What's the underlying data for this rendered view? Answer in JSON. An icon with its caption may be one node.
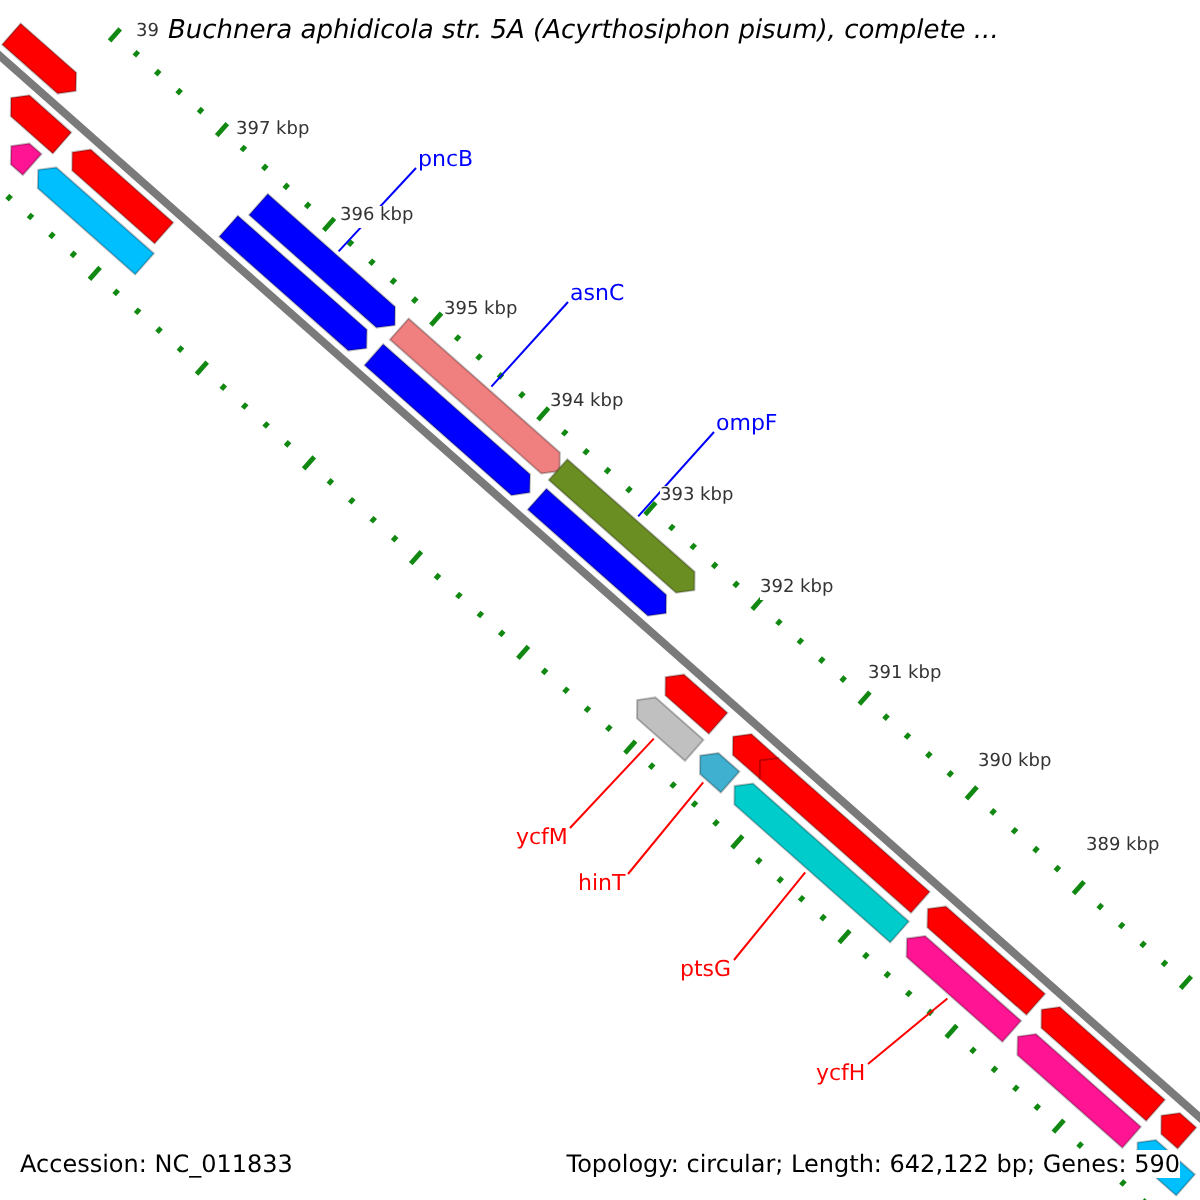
{
  "diagram": {
    "title": "Buchnera aphidicola str. 5A (Acyrthosiphon pisum), complete ...",
    "nodes": [
      {
        "text": [
          "pncB"
        ]
      },
      {
        "text": [
          "asnC"
        ]
      },
      {
        "text": [
          "ompF"
        ]
      },
      {
        "text": [
          "ycfM"
        ]
      },
      {
        "text": [
          "hinT"
        ]
      },
      {
        "text": [
          "ptsG"
        ]
      },
      {
        "text": [
          "ycfH"
        ]
      },
      {
        "text": [],
        "shape": "bar"
      },
      {
        "text": [],
        "shape": "bar"
      },
      {
        "text": [],
        "shape": "bar"
      },
      {
        "text": [],
        "shape": "bar"
      },
      {
        "text": [],
        "shape": "bar"
      },
      {
        "text": [],
        "shape": "bar"
      },
      {
        "text": [],
        "shape": "bar"
      },
      {
        "text": [],
        "shape": "bar"
      },
      {
        "text": [],
        "shape": "bar"
      },
      {
        "text": [],
        "shape": "bar"
      },
      {
        "text": [],
        "shape": "bar"
      },
      {
        "text": [],
        "shape": "bar"
      },
      {
        "text": [],
        "shape": "bar"
      },
      {
        "text": [],
        "shape": "bar"
      },
      {
        "text": [],
        "shape": "bar"
      },
      {
        "text": [],
        "shape": "bar"
      },
      {
        "text": [],
        "shape": "bar"
      },
      {
        "text": [],
        "shape": "bar"
      },
      {
        "text": [],
        "shape": "bar"
      },
      {
        "text": [],
        "shape": "bar"
      },
      {
        "text": [],
        "shape": "bar"
      },
      {
        "text": [],
        "shape": "bar"
      },
      {
        "text": [],
        "shape": "bar"
      }
    ],
    "edges": [
      {
        "from": 0,
        "to": 12,
        "arrow": "none",
        "color": "#0000ff"
      },
      {
        "from": 1,
        "to": 14,
        "arrow": "none",
        "color": "#0000ff"
      },
      {
        "from": 2,
        "to": 16,
        "arrow": "none",
        "color": "#0000ff"
      },
      {
        "from": 3,
        "to": 18,
        "arrow": "none"
      },
      {
        "from": 4,
        "to": 20,
        "arrow": "none"
      },
      {
        "from": 5,
        "to": 23,
        "arrow": "none"
      },
      {
        "from": 6,
        "to": 25,
        "arrow": "none"
      }
    ],
    "labels": [
      "39",
      "397 kbp",
      "396 kbp",
      "395 kbp",
      "394 kbp",
      "393 kbp",
      "392 kbp",
      "391 kbp",
      "390 kbp",
      "389 kbp",
      "Accession: NC_011833",
      "Topology: circular; Length: 642,122 bp; Genes: 590"
    ]
  }
}
